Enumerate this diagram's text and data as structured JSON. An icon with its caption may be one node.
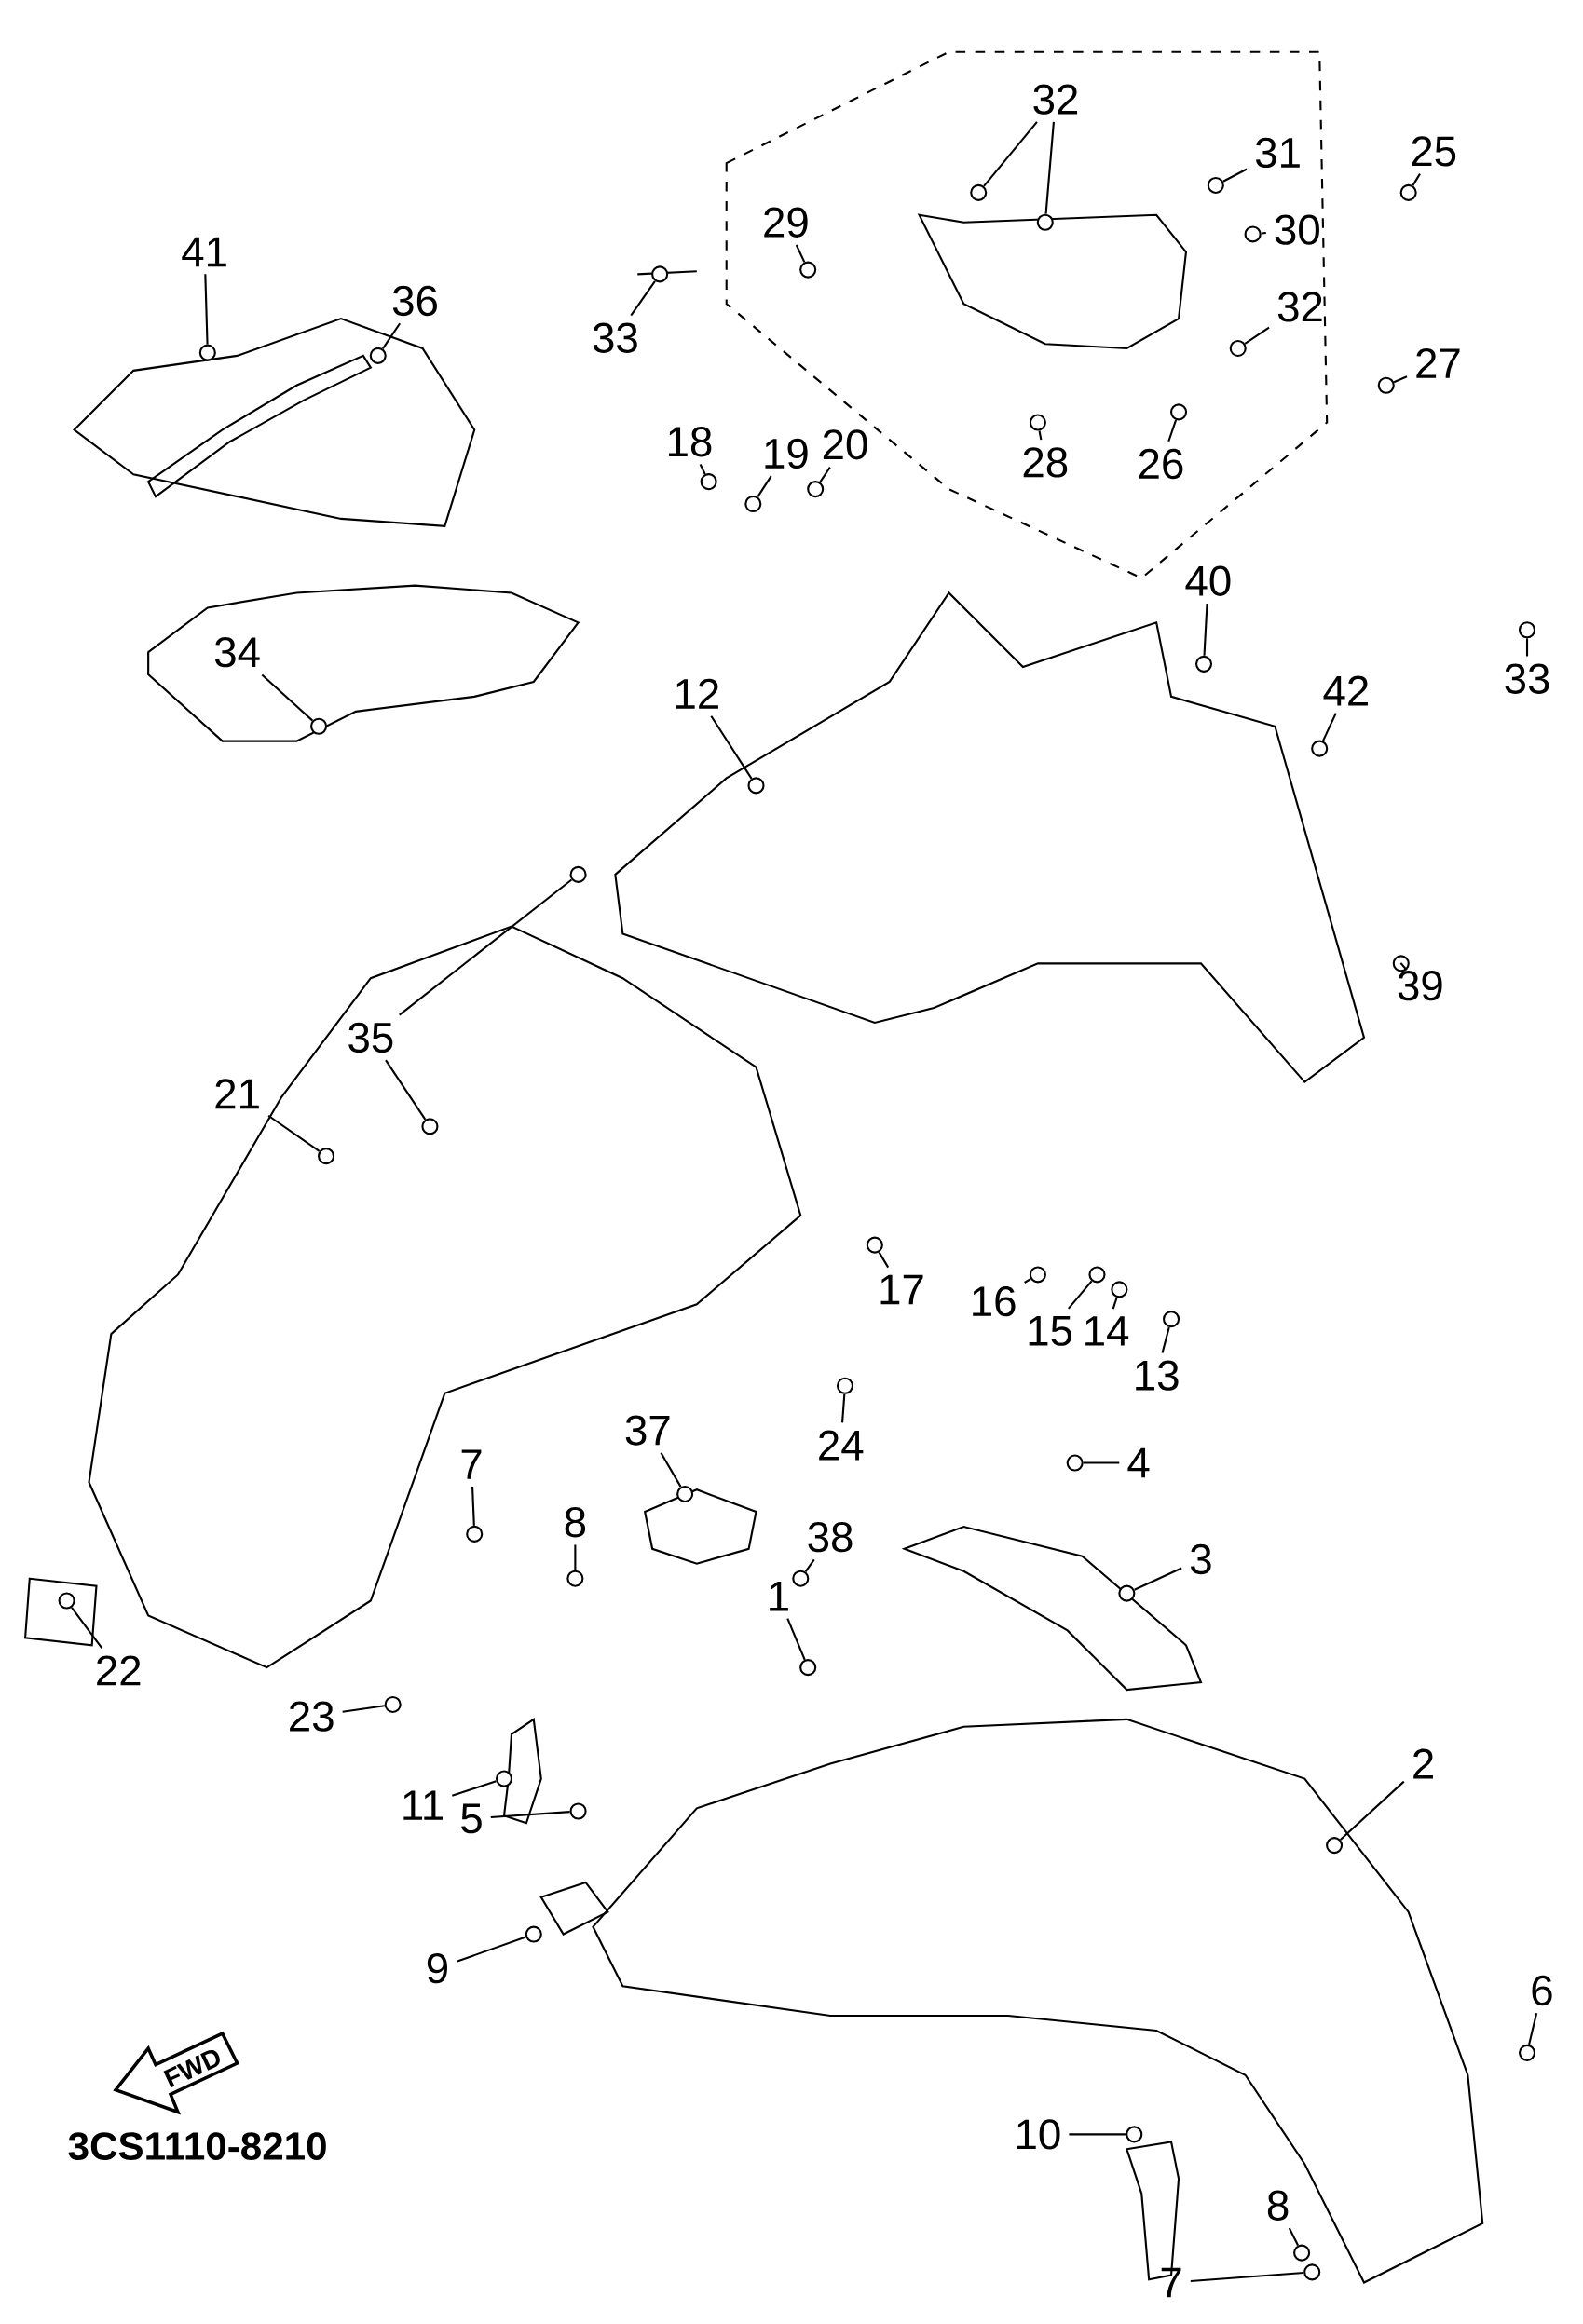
{
  "diagram": {
    "nodes": [
      {
        "text": [
          "1"
        ]
      },
      {
        "text": [
          "2"
        ]
      },
      {
        "text": [
          "3"
        ]
      },
      {
        "text": [
          "4"
        ]
      },
      {
        "text": [
          "5"
        ]
      },
      {
        "text": [
          "6"
        ]
      },
      {
        "text": [
          "7"
        ]
      },
      {
        "text": [
          "7"
        ]
      },
      {
        "text": [
          "8"
        ]
      },
      {
        "text": [
          "8"
        ]
      },
      {
        "text": [
          "9"
        ]
      },
      {
        "text": [
          "10"
        ]
      },
      {
        "text": [
          "11"
        ]
      },
      {
        "text": [
          "12"
        ]
      },
      {
        "text": [
          "13"
        ]
      },
      {
        "text": [
          "14"
        ]
      },
      {
        "text": [
          "15"
        ]
      },
      {
        "text": [
          "16"
        ]
      },
      {
        "text": [
          "17"
        ]
      },
      {
        "text": [
          "18"
        ]
      },
      {
        "text": [
          "19"
        ]
      },
      {
        "text": [
          "20"
        ]
      },
      {
        "text": [
          "21"
        ]
      },
      {
        "text": [
          "22"
        ]
      },
      {
        "text": [
          "23"
        ]
      },
      {
        "text": [
          "24"
        ]
      },
      {
        "text": [
          "25"
        ]
      },
      {
        "text": [
          "26"
        ]
      },
      {
        "text": [
          "27"
        ]
      },
      {
        "text": [
          "28"
        ]
      },
      {
        "text": [
          "29"
        ]
      },
      {
        "text": [
          "30"
        ]
      },
      {
        "text": [
          "31"
        ]
      },
      {
        "text": [
          "32"
        ]
      },
      {
        "text": [
          "32"
        ]
      },
      {
        "text": [
          "33"
        ]
      },
      {
        "text": [
          "33"
        ]
      },
      {
        "text": [
          "34"
        ]
      },
      {
        "text": [
          "35"
        ]
      },
      {
        "text": [
          "36"
        ]
      },
      {
        "text": [
          "37"
        ]
      },
      {
        "text": [
          "38"
        ]
      },
      {
        "text": [
          "39"
        ]
      },
      {
        "text": [
          "40"
        ]
      },
      {
        "text": [
          "41"
        ]
      },
      {
        "text": [
          "42"
        ]
      },
      {
        "text": [],
        "shape": "circle"
      },
      {
        "text": [],
        "shape": "circle"
      },
      {
        "text": [],
        "shape": "circle"
      },
      {
        "text": [],
        "shape": "circle"
      },
      {
        "text": [],
        "shape": "circle"
      },
      {
        "text": [],
        "shape": "circle"
      },
      {
        "text": [],
        "shape": "circle"
      },
      {
        "text": [],
        "shape": "circle"
      },
      {
        "text": [],
        "shape": "circle"
      },
      {
        "text": [],
        "shape": "circle"
      },
      {
        "text": [],
        "shape": "circle"
      },
      {
        "text": [],
        "shape": "circle"
      },
      {
        "text": [],
        "shape": "circle"
      },
      {
        "text": [],
        "shape": "circle"
      },
      {
        "text": [],
        "shape": "circle"
      },
      {
        "text": [],
        "shape": "circle"
      },
      {
        "text": [],
        "shape": "circle"
      },
      {
        "text": [],
        "shape": "circle"
      },
      {
        "text": [],
        "shape": "circle"
      },
      {
        "text": [],
        "shape": "circle"
      },
      {
        "text": [],
        "shape": "circle"
      },
      {
        "text": [],
        "shape": "circle"
      },
      {
        "text": [],
        "shape": "circle"
      },
      {
        "text": [],
        "shape": "circle"
      },
      {
        "text": [],
        "shape": "circle"
      },
      {
        "text": [],
        "shape": "circle"
      },
      {
        "text": [],
        "shape": "circle"
      },
      {
        "text": [],
        "shape": "circle"
      },
      {
        "text": [],
        "shape": "circle"
      },
      {
        "text": [],
        "shape": "circle"
      },
      {
        "text": [],
        "shape": "circle"
      },
      {
        "text": [],
        "shape": "circle"
      },
      {
        "text": [],
        "shape": "circle"
      },
      {
        "text": [],
        "shape": "circle"
      },
      {
        "text": [],
        "shape": "circle"
      },
      {
        "text": [],
        "shape": "circle"
      },
      {
        "text": [],
        "shape": "circle"
      },
      {
        "text": [],
        "shape": "circle"
      },
      {
        "text": [],
        "shape": "circle"
      },
      {
        "text": [],
        "shape": "circle"
      },
      {
        "text": [],
        "shape": "circle"
      },
      {
        "text": [],
        "shape": "circle"
      },
      {
        "text": [],
        "shape": "circle"
      },
      {
        "text": [],
        "shape": "circle"
      },
      {
        "text": [],
        "shape": "circle"
      },
      {
        "text": [],
        "shape": "circle"
      },
      {
        "text": [],
        "shape": "circle"
      },
      {
        "text": [],
        "shape": "circle"
      }
    ],
    "edges": [
      {
        "from": 0,
        "to": 46,
        "arrow": "none"
      },
      {
        "from": 1,
        "to": 47,
        "arrow": "none"
      },
      {
        "from": 2,
        "to": 48,
        "arrow": "none"
      },
      {
        "from": 3,
        "to": 49,
        "arrow": "none"
      },
      {
        "from": 4,
        "to": 50,
        "arrow": "none"
      },
      {
        "from": 5,
        "to": 51,
        "arrow": "none"
      },
      {
        "from": 6,
        "to": 52,
        "arrow": "none"
      },
      {
        "from": 7,
        "to": 53,
        "arrow": "none"
      },
      {
        "from": 8,
        "to": 54,
        "arrow": "none"
      },
      {
        "from": 9,
        "to": 55,
        "arrow": "none"
      },
      {
        "from": 10,
        "to": 56,
        "arrow": "none"
      },
      {
        "from": 11,
        "to": 57,
        "arrow": "none"
      },
      {
        "from": 12,
        "to": 58,
        "arrow": "none"
      },
      {
        "from": 13,
        "to": 59,
        "arrow": "none"
      },
      {
        "from": 14,
        "to": 60,
        "arrow": "none"
      },
      {
        "from": 15,
        "to": 61,
        "arrow": "none"
      },
      {
        "from": 16,
        "to": 62,
        "arrow": "none"
      },
      {
        "from": 17,
        "to": 63,
        "arrow": "none"
      },
      {
        "from": 18,
        "to": 64,
        "arrow": "none"
      },
      {
        "from": 19,
        "to": 65,
        "arrow": "none"
      },
      {
        "from": 20,
        "to": 66,
        "arrow": "none"
      },
      {
        "from": 21,
        "to": 67,
        "arrow": "none"
      },
      {
        "from": 22,
        "to": 68,
        "arrow": "none"
      },
      {
        "from": 23,
        "to": 69,
        "arrow": "none"
      },
      {
        "from": 24,
        "to": 70,
        "arrow": "none"
      },
      {
        "from": 25,
        "to": 71,
        "arrow": "none"
      },
      {
        "from": 26,
        "to": 72,
        "arrow": "none"
      },
      {
        "from": 27,
        "to": 73,
        "arrow": "none"
      },
      {
        "from": 28,
        "to": 74,
        "arrow": "none"
      },
      {
        "from": 29,
        "to": 75,
        "arrow": "none"
      },
      {
        "from": 30,
        "to": 76,
        "arrow": "none"
      },
      {
        "from": 31,
        "to": 77,
        "arrow": "none"
      },
      {
        "from": 32,
        "to": 78,
        "arrow": "none"
      },
      {
        "from": 33,
        "to": 79,
        "arrow": "none"
      },
      {
        "from": 33,
        "to": 80,
        "arrow": "none"
      },
      {
        "from": 34,
        "to": 81,
        "arrow": "none"
      },
      {
        "from": 35,
        "to": 82,
        "arrow": "none"
      },
      {
        "from": 36,
        "to": 83,
        "arrow": "none"
      },
      {
        "from": 37,
        "to": 84,
        "arrow": "none"
      },
      {
        "from": 38,
        "to": 85,
        "arrow": "none"
      },
      {
        "from": 38,
        "to": 86,
        "arrow": "none"
      },
      {
        "from": 39,
        "to": 87,
        "arrow": "none"
      },
      {
        "from": 40,
        "to": 88,
        "arrow": "none"
      },
      {
        "from": 41,
        "to": 89,
        "arrow": "none"
      },
      {
        "from": 42,
        "to": 90,
        "arrow": "none"
      },
      {
        "from": 43,
        "to": 91,
        "arrow": "none"
      },
      {
        "from": 44,
        "to": 92,
        "arrow": "none"
      },
      {
        "from": 45,
        "to": 93,
        "arrow": "none"
      }
    ],
    "labels": [
      "FWD",
      "3CS1110-8210"
    ]
  }
}
